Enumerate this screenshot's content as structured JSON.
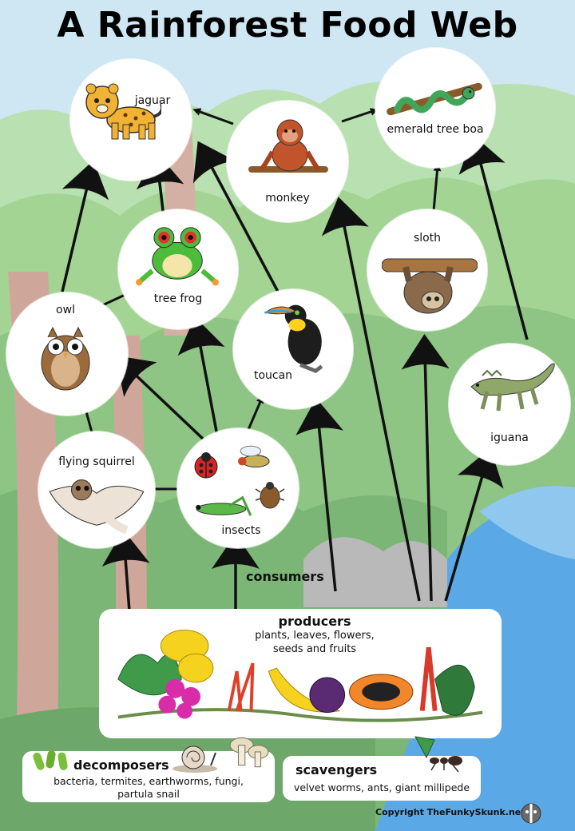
{
  "title": "A Rainforest Food Web",
  "nodes": {
    "jaguar": "jaguar",
    "monkey": "monkey",
    "boa": "emerald tree boa",
    "tree_frog": "tree frog",
    "sloth": "sloth",
    "owl": "owl",
    "toucan": "toucan",
    "iguana": "iguana",
    "flying_squirrel": "flying squirrel",
    "insects": "insects"
  },
  "consumers_label": "consumers",
  "producers": {
    "heading": "producers",
    "line1": "plants, leaves, flowers,",
    "line2": "seeds and fruits"
  },
  "decomposers": {
    "heading": "decomposers",
    "line1": "bacteria, termites, earthworms, fungi,",
    "line2": "partula snail"
  },
  "scavengers": {
    "heading": "scavengers",
    "line1": "velvet worms, ants, giant millipede"
  },
  "copyright": "Copyright  TheFunkySkunk.net",
  "colors": {
    "sky": "#cfe6f3",
    "tree_light": "#a9d89a",
    "tree_mid": "#8cc07f",
    "trunk": "#cfa79a",
    "water": "#5aa9e6",
    "arrow": "#111111"
  }
}
